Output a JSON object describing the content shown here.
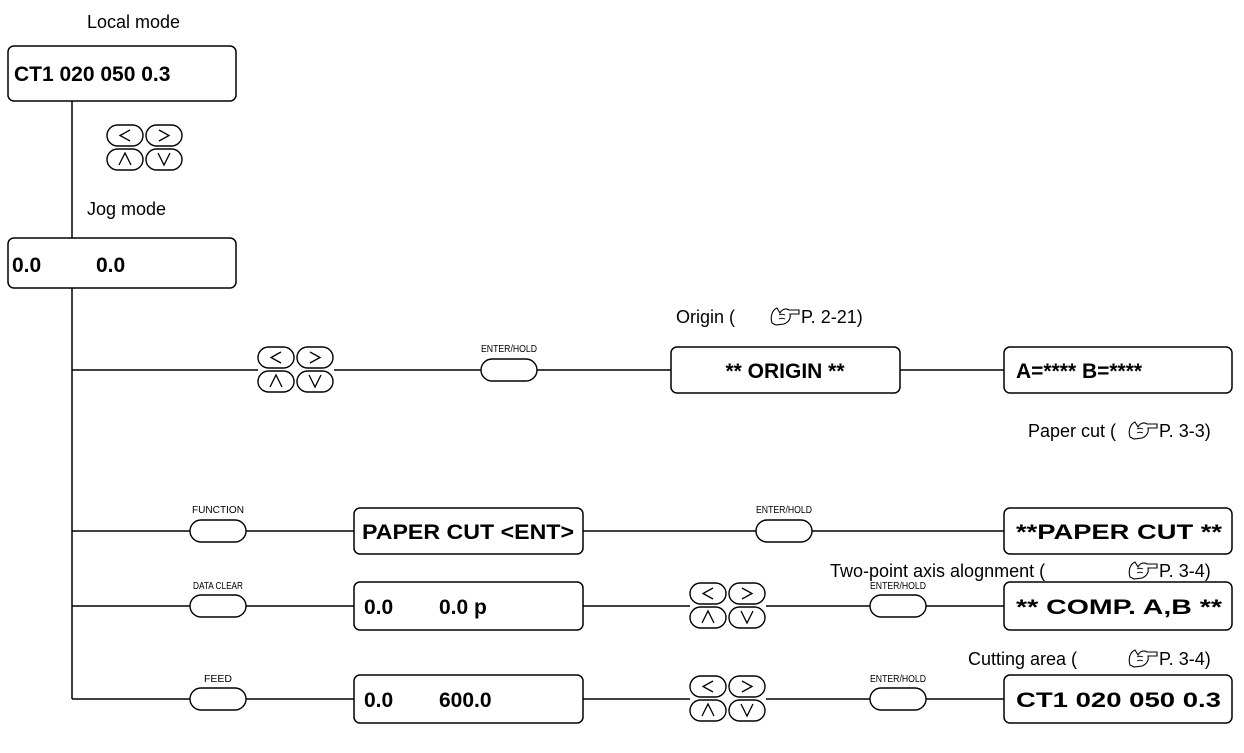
{
  "local_mode": {
    "caption": "Local mode",
    "display": "CT1 020 050 0.3"
  },
  "jog_mode": {
    "caption": "Jog mode",
    "display_x": "0.0",
    "display_y": "0.0"
  },
  "keys": {
    "enter_hold": "ENTER/HOLD",
    "function": "FUNCTION",
    "data_clear": "DATA CLEAR",
    "feed": "FEED",
    "left_arrow": "<",
    "right_arrow": ">",
    "up_arrow": "∧",
    "down_arrow": "∨"
  },
  "origin_row": {
    "caption_prefix": "Origin ( ",
    "caption_ref": "P. 2-21)",
    "display_1": "** ORIGIN **",
    "display_2": "A=**** B=****"
  },
  "paper_cut_row": {
    "caption_prefix": "Paper cut ( ",
    "caption_ref": "P. 3-3)",
    "display_1": "PAPER CUT <ENT>",
    "display_2": "**PAPER CUT **"
  },
  "two_point_row": {
    "caption_prefix": "Two-point axis alognment ( ",
    "caption_ref": "P. 3-4)",
    "display_1_x": "0.0",
    "display_1_y": "0.0 p",
    "display_2": "** COMP. A,B **"
  },
  "cutting_area_row": {
    "caption_prefix": "Cutting area ( ",
    "caption_ref": "P. 3-4)",
    "display_1_x": "0.0",
    "display_1_y": "600.0",
    "display_2": "CT1 020 050 0.3"
  },
  "icons": {
    "reference": "pointing-hand-reference-icon"
  }
}
